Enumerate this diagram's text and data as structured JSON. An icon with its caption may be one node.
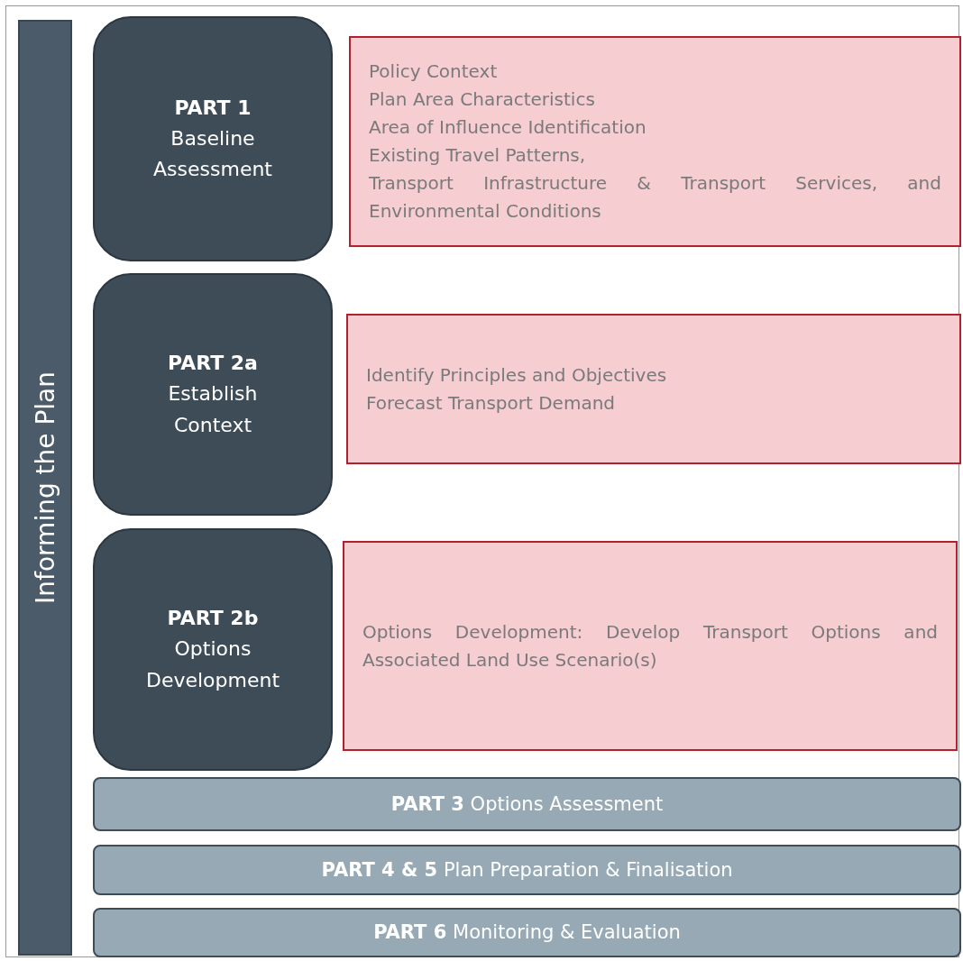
{
  "diagram": {
    "nodes": [
      {
        "text": [
          "Informing the Plan"
        ]
      },
      {
        "text": [
          "PART 1",
          "Baseline Assessment"
        ]
      },
      {
        "text": [
          "Policy Context",
          "Plan Area Characteristics",
          "Area of Influence Identification",
          "Existing Travel Patterns,",
          "Transport Infrastructure & Transport Services, and Environmental Conditions"
        ]
      },
      {
        "text": [
          "PART 2a",
          "Establish Context"
        ]
      },
      {
        "text": [
          "Identify Principles and Objectives",
          "Forecast Transport Demand"
        ]
      },
      {
        "text": [
          "PART 2b",
          "Options Development"
        ]
      },
      {
        "text": [
          "Options Development: Develop Transport Options and Associated Land Use Scenario(s)"
        ]
      },
      {
        "text": [
          "**PART 3** Options Assessment"
        ]
      },
      {
        "text": [
          "**PART 4 & 5** Plan Preparation & Finalisation"
        ]
      },
      {
        "text": [
          "**PART 6** Monitoring & Evaluation"
        ]
      }
    ]
  }
}
